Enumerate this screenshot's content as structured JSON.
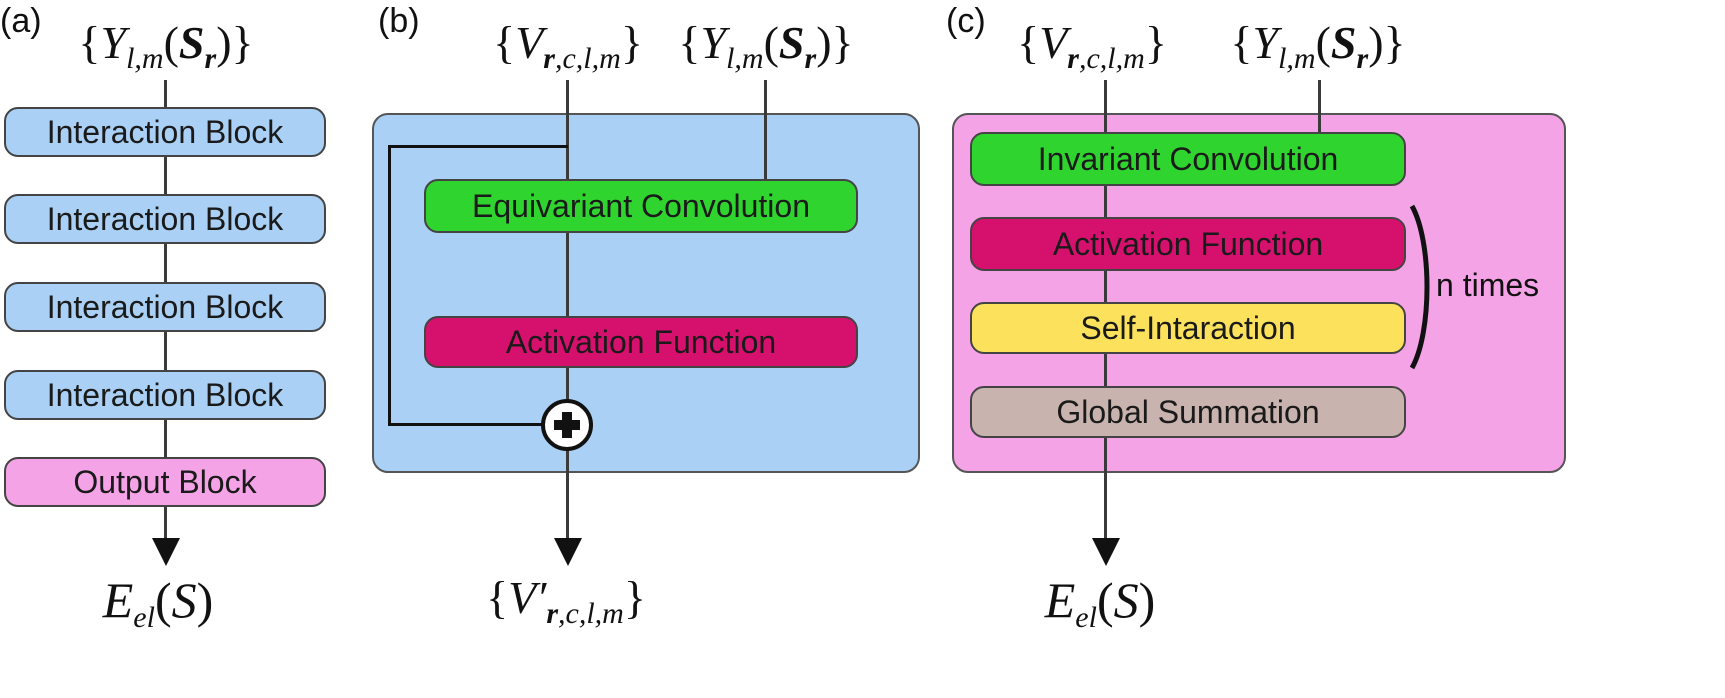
{
  "panels": {
    "a": {
      "label": "(a)",
      "input": {
        "symbol": "Y",
        "sub": "l,m",
        "arg": "S",
        "arg_sub": "r"
      },
      "blocks": [
        "Interaction Block",
        "Interaction Block",
        "Interaction Block",
        "Interaction Block",
        "Output Block"
      ],
      "output": {
        "symbol": "E",
        "sub": "el",
        "arg": "S"
      }
    },
    "b": {
      "label": "(b)",
      "input_v": {
        "symbol": "V",
        "sub_bold": "r",
        "sub": ",c,l,m"
      },
      "input_y": {
        "symbol": "Y",
        "sub": "l,m",
        "arg": "S",
        "arg_sub": "r"
      },
      "blocks": [
        "Equivariant Convolution",
        "Activation Function"
      ],
      "output": {
        "symbol": "V′",
        "sub_bold": "r",
        "sub": ",c,l,m"
      }
    },
    "c": {
      "label": "(c)",
      "input_v": {
        "symbol": "V",
        "sub_bold": "r",
        "sub": ",c,l,m"
      },
      "input_y": {
        "symbol": "Y",
        "sub": "l,m",
        "arg": "S",
        "arg_sub": "r"
      },
      "blocks": [
        "Invariant Convolution",
        "Activation Function",
        "Self-Intaraction",
        "Global Summation"
      ],
      "repeat_label": "n times",
      "output": {
        "symbol": "E",
        "sub": "el",
        "arg": "S"
      }
    }
  },
  "colors": {
    "interaction": "#aad0f5",
    "output": "#f4a3e6",
    "convolution": "#2fd42f",
    "activation": "#d6106d",
    "self_interaction": "#fce15c",
    "summation": "#c8b3ae"
  }
}
